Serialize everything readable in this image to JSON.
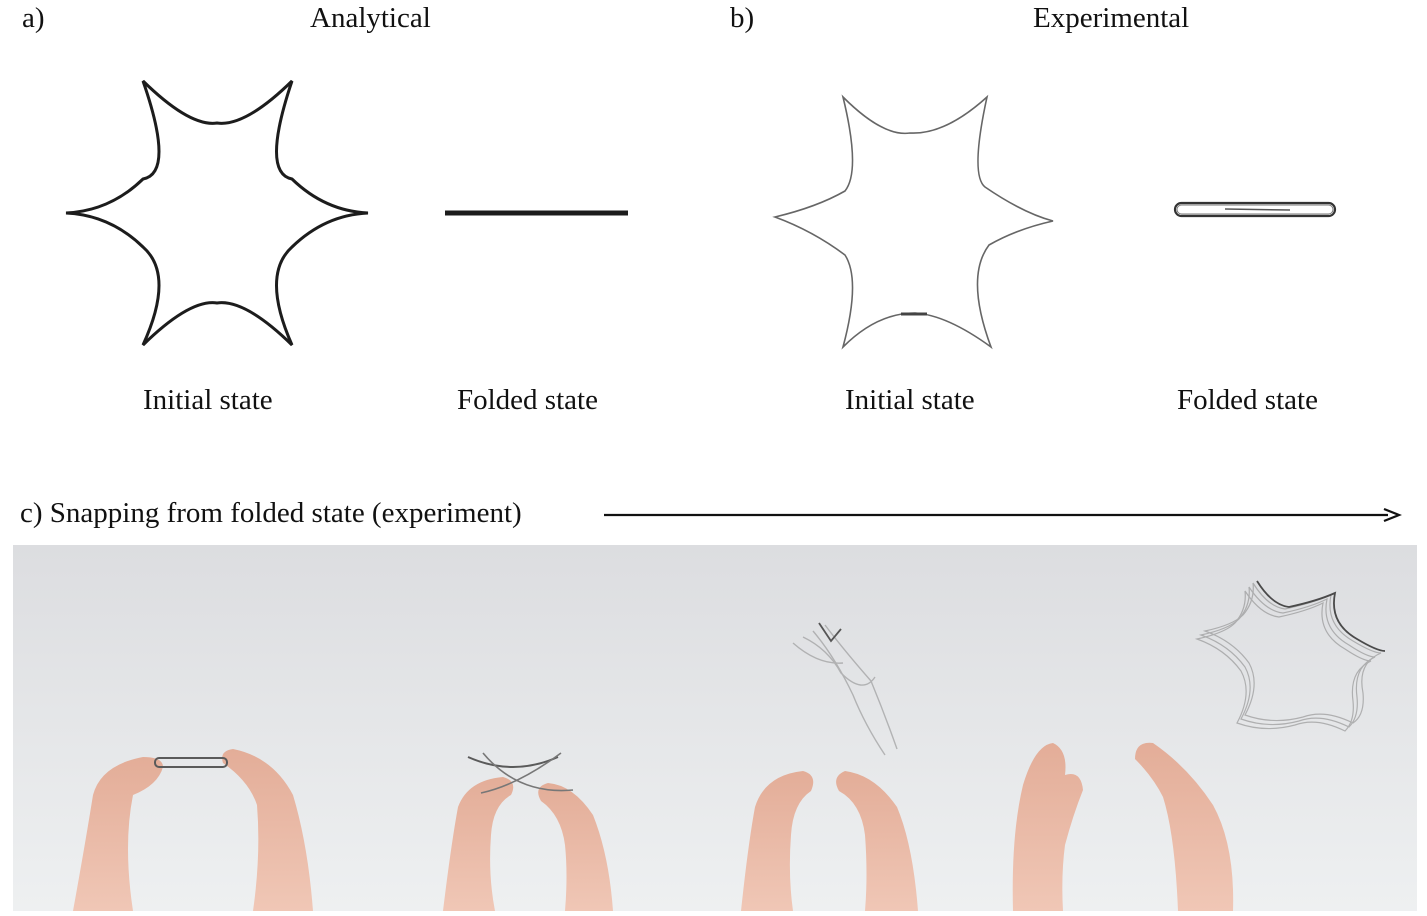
{
  "panel_a": {
    "letter": "a)",
    "title": "Analytical",
    "initial_label": "Initial state",
    "folded_label": "Folded state"
  },
  "panel_b": {
    "letter": "b)",
    "title": "Experimental",
    "initial_label": "Initial state",
    "folded_label": "Folded state"
  },
  "panel_c": {
    "title": "c) Snapping from folded state (experiment)",
    "frames": [
      {
        "content": "hands holding folded hoop stretched between fingers"
      },
      {
        "content": "hands twisting hoop into cross shape"
      },
      {
        "content": "hoop springing up from hands, motion blur"
      },
      {
        "content": "hoop fully snapped open into six-pointed star, hands apart"
      }
    ]
  },
  "colors": {
    "line": "#1c1c1c",
    "experimental_line": "#555555",
    "photo_wall": "#e5e6e8",
    "skin": "#e9b9a5"
  }
}
